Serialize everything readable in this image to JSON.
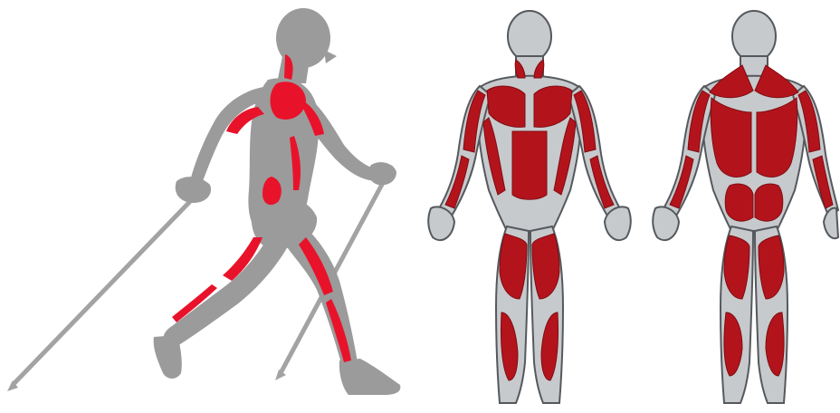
{
  "figures": [
    {
      "id": "nordic-walker",
      "kind": "silhouette with highlighted muscles"
    },
    {
      "id": "anatomy-front",
      "kind": "muscle chart front view"
    },
    {
      "id": "anatomy-back",
      "kind": "muscle chart back view"
    }
  ],
  "colors": {
    "background": "#ffffff",
    "silhouette": "#9b9b9b",
    "pole": "#a3a3a3",
    "walker_muscle": "#e8132b",
    "anatomy_muscle": "#b3141c",
    "anatomy_muscle_dark": "#7e0d12",
    "anatomy_skin": "#c7cacd",
    "anatomy_outline": "#55595d"
  }
}
